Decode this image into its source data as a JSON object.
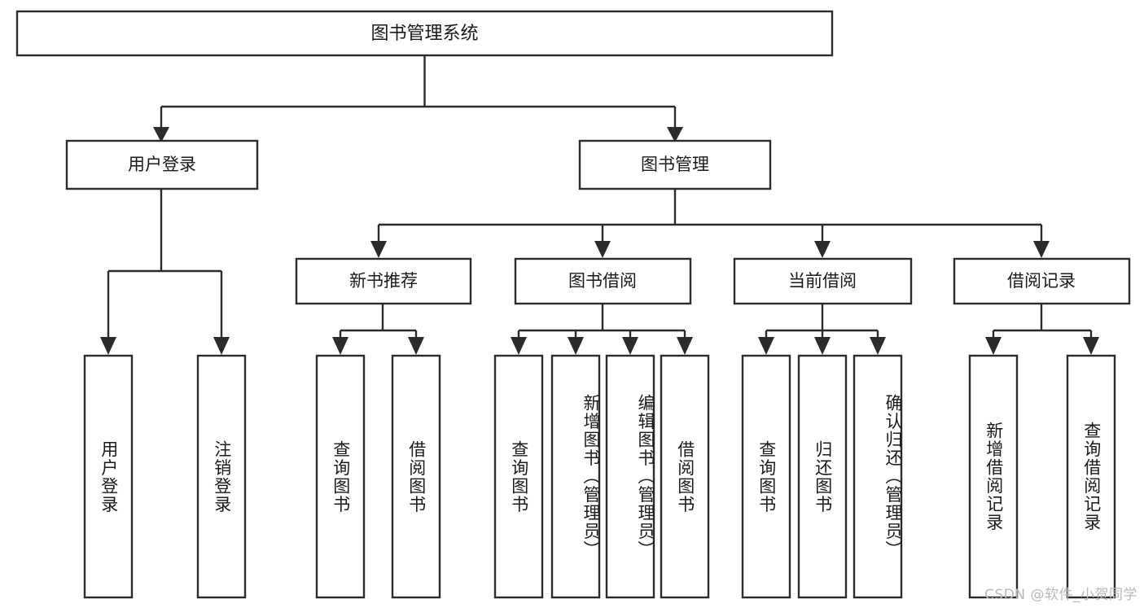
{
  "diagram": {
    "type": "tree-hierarchy-chart",
    "title": "图书管理系统",
    "background_color": "#ffffff",
    "line_color": "#2b2b2b",
    "text_color": "#1a1a1a",
    "levels": {
      "level1": {
        "label": "图书管理系统"
      },
      "level2": [
        {
          "label": "用户登录"
        },
        {
          "label": "图书管理"
        }
      ],
      "level3": [
        {
          "label": "新书推荐"
        },
        {
          "label": "图书借阅"
        },
        {
          "label": "当前借阅"
        },
        {
          "label": "借阅记录"
        }
      ],
      "level4": [
        {
          "label": "用户登录",
          "parent": "用户登录"
        },
        {
          "label": "注销登录",
          "parent": "用户登录"
        },
        {
          "label": "查询图书",
          "parent": "新书推荐"
        },
        {
          "label": "借阅图书",
          "parent": "新书推荐"
        },
        {
          "label": "查询图书",
          "parent": "图书借阅"
        },
        {
          "label": "新增图书（管理员）",
          "parent": "图书借阅"
        },
        {
          "label": "编辑图书（管理员）",
          "parent": "图书借阅"
        },
        {
          "label": "借阅图书",
          "parent": "图书借阅"
        },
        {
          "label": "查询图书",
          "parent": "当前借阅"
        },
        {
          "label": "归还图书",
          "parent": "当前借阅"
        },
        {
          "label": "确认归还（管理员）",
          "parent": "当前借阅"
        },
        {
          "label": "新增借阅记录",
          "parent": "借阅记录"
        },
        {
          "label": "查询借阅记录",
          "parent": "借阅记录"
        }
      ]
    }
  },
  "watermark": {
    "text": "CSDN @软件_小贺同学"
  }
}
